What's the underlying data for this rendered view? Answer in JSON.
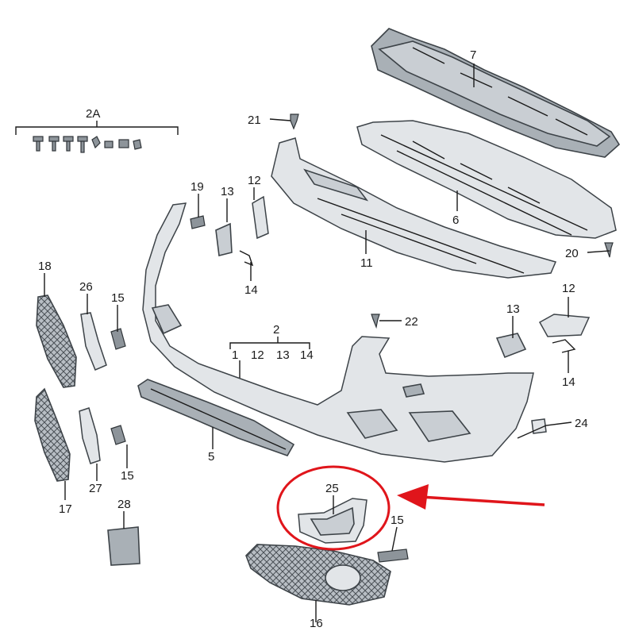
{
  "diagram": {
    "labels": {
      "l2A": "2A",
      "l2": "2",
      "l2_sub1": "1",
      "l2_sub2": "12",
      "l2_sub3": "13",
      "l2_sub4": "14",
      "l1": "1",
      "l5": "5",
      "l6": "6",
      "l7": "7",
      "l11": "11",
      "l12a": "12",
      "l12b": "12",
      "l13a": "13",
      "l13b": "13",
      "l14a": "14",
      "l14b": "14",
      "l15a": "15",
      "l15b": "15",
      "l15c": "15",
      "l16": "16",
      "l17": "17",
      "l18": "18",
      "l19": "19",
      "l20": "20",
      "l21": "21",
      "l22": "22",
      "l24": "24",
      "l25": "25",
      "l26": "26",
      "l27": "27",
      "l28": "28"
    },
    "highlight_color": "#e0151b",
    "line_color": "#1a1a1a",
    "part_color": "#c9ced3"
  }
}
